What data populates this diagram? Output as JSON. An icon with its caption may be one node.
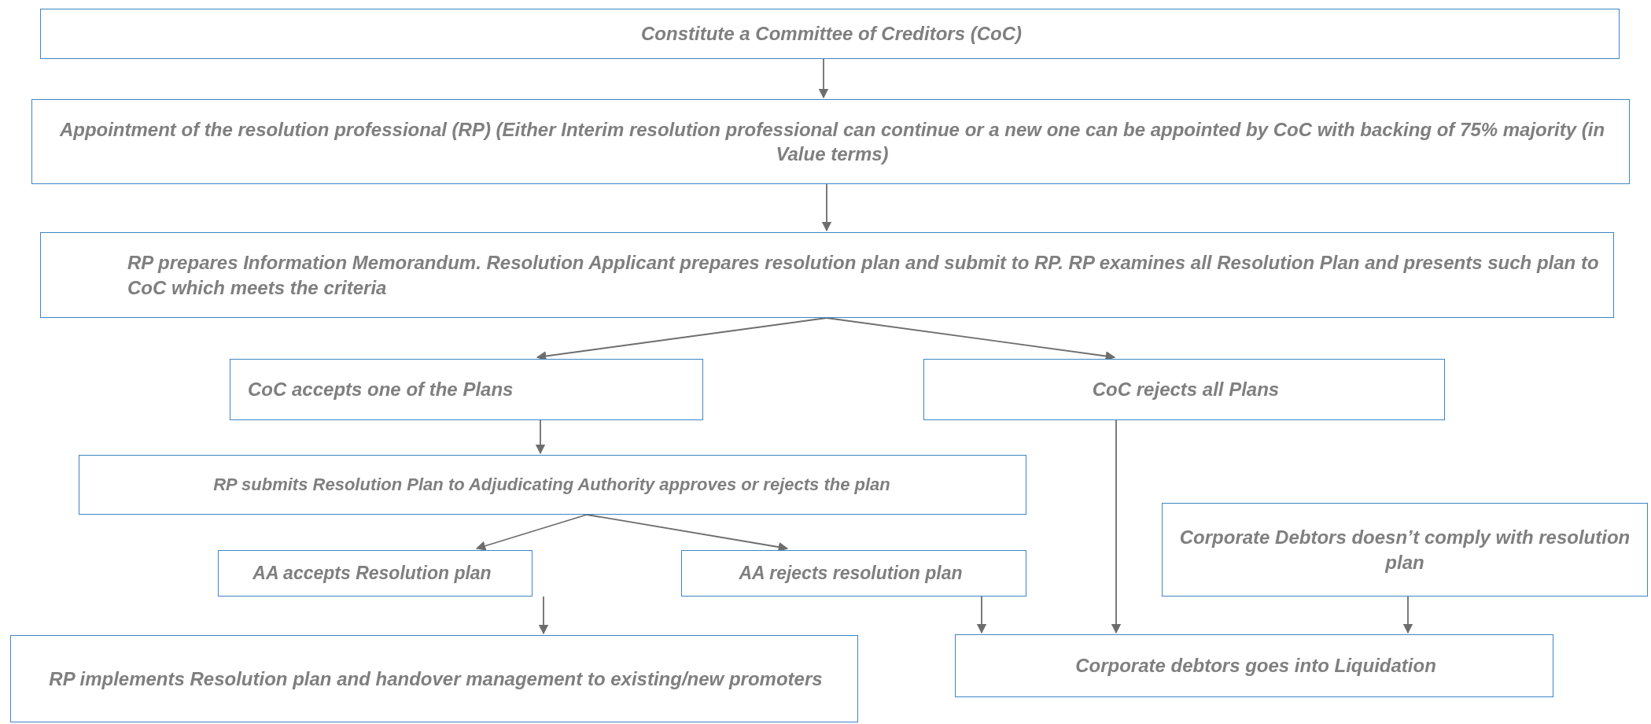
{
  "diagram": {
    "nodes": [
      {
        "text": [
          "Constitute a Committee of Creditors (CoC)"
        ]
      },
      {
        "text": [
          "Appointment of the resolution professional (RP) (Either Interim resolution professional can continue or a new one can be appointed by CoC with backing of 75% majority (in Value terms)"
        ]
      },
      {
        "text": [
          "RP prepares Information Memorandum.  Resolution Applicant prepares resolution plan and submit to RP.  RP examines all Resolution Plan and presents such plan to CoC which meets the criteria"
        ]
      },
      {
        "text": [
          "CoC accepts one of the Plans"
        ]
      },
      {
        "text": [
          "CoC rejects all Plans"
        ]
      },
      {
        "text": [
          "RP submits Resolution Plan to Adjudicating Authority approves or rejects the plan"
        ]
      },
      {
        "text": [
          "Corporate Debtors doesn’t comply with resolution plan"
        ]
      },
      {
        "text": [
          "AA accepts Resolution plan"
        ]
      },
      {
        "text": [
          "AA rejects resolution plan"
        ]
      },
      {
        "text": [
          "RP implements Resolution plan and handover management to existing/new promoters"
        ]
      },
      {
        "text": [
          "Corporate debtors goes into Liquidation"
        ]
      }
    ],
    "edges": [
      {
        "from": 0,
        "to": 1,
        "arrow": "to"
      },
      {
        "from": 1,
        "to": 2,
        "arrow": "to"
      },
      {
        "from": 2,
        "to": 3,
        "arrow": "to"
      },
      {
        "from": 2,
        "to": 4,
        "arrow": "to"
      },
      {
        "from": 3,
        "to": 5,
        "arrow": "to"
      },
      {
        "from": 5,
        "to": 7,
        "arrow": "to"
      },
      {
        "from": 5,
        "to": 8,
        "arrow": "to"
      },
      {
        "from": 7,
        "to": 9,
        "arrow": "to"
      },
      {
        "from": 8,
        "to": 10,
        "arrow": "to"
      },
      {
        "from": 4,
        "to": 10,
        "arrow": "to"
      },
      {
        "from": 6,
        "to": 10,
        "arrow": "to"
      }
    ]
  }
}
